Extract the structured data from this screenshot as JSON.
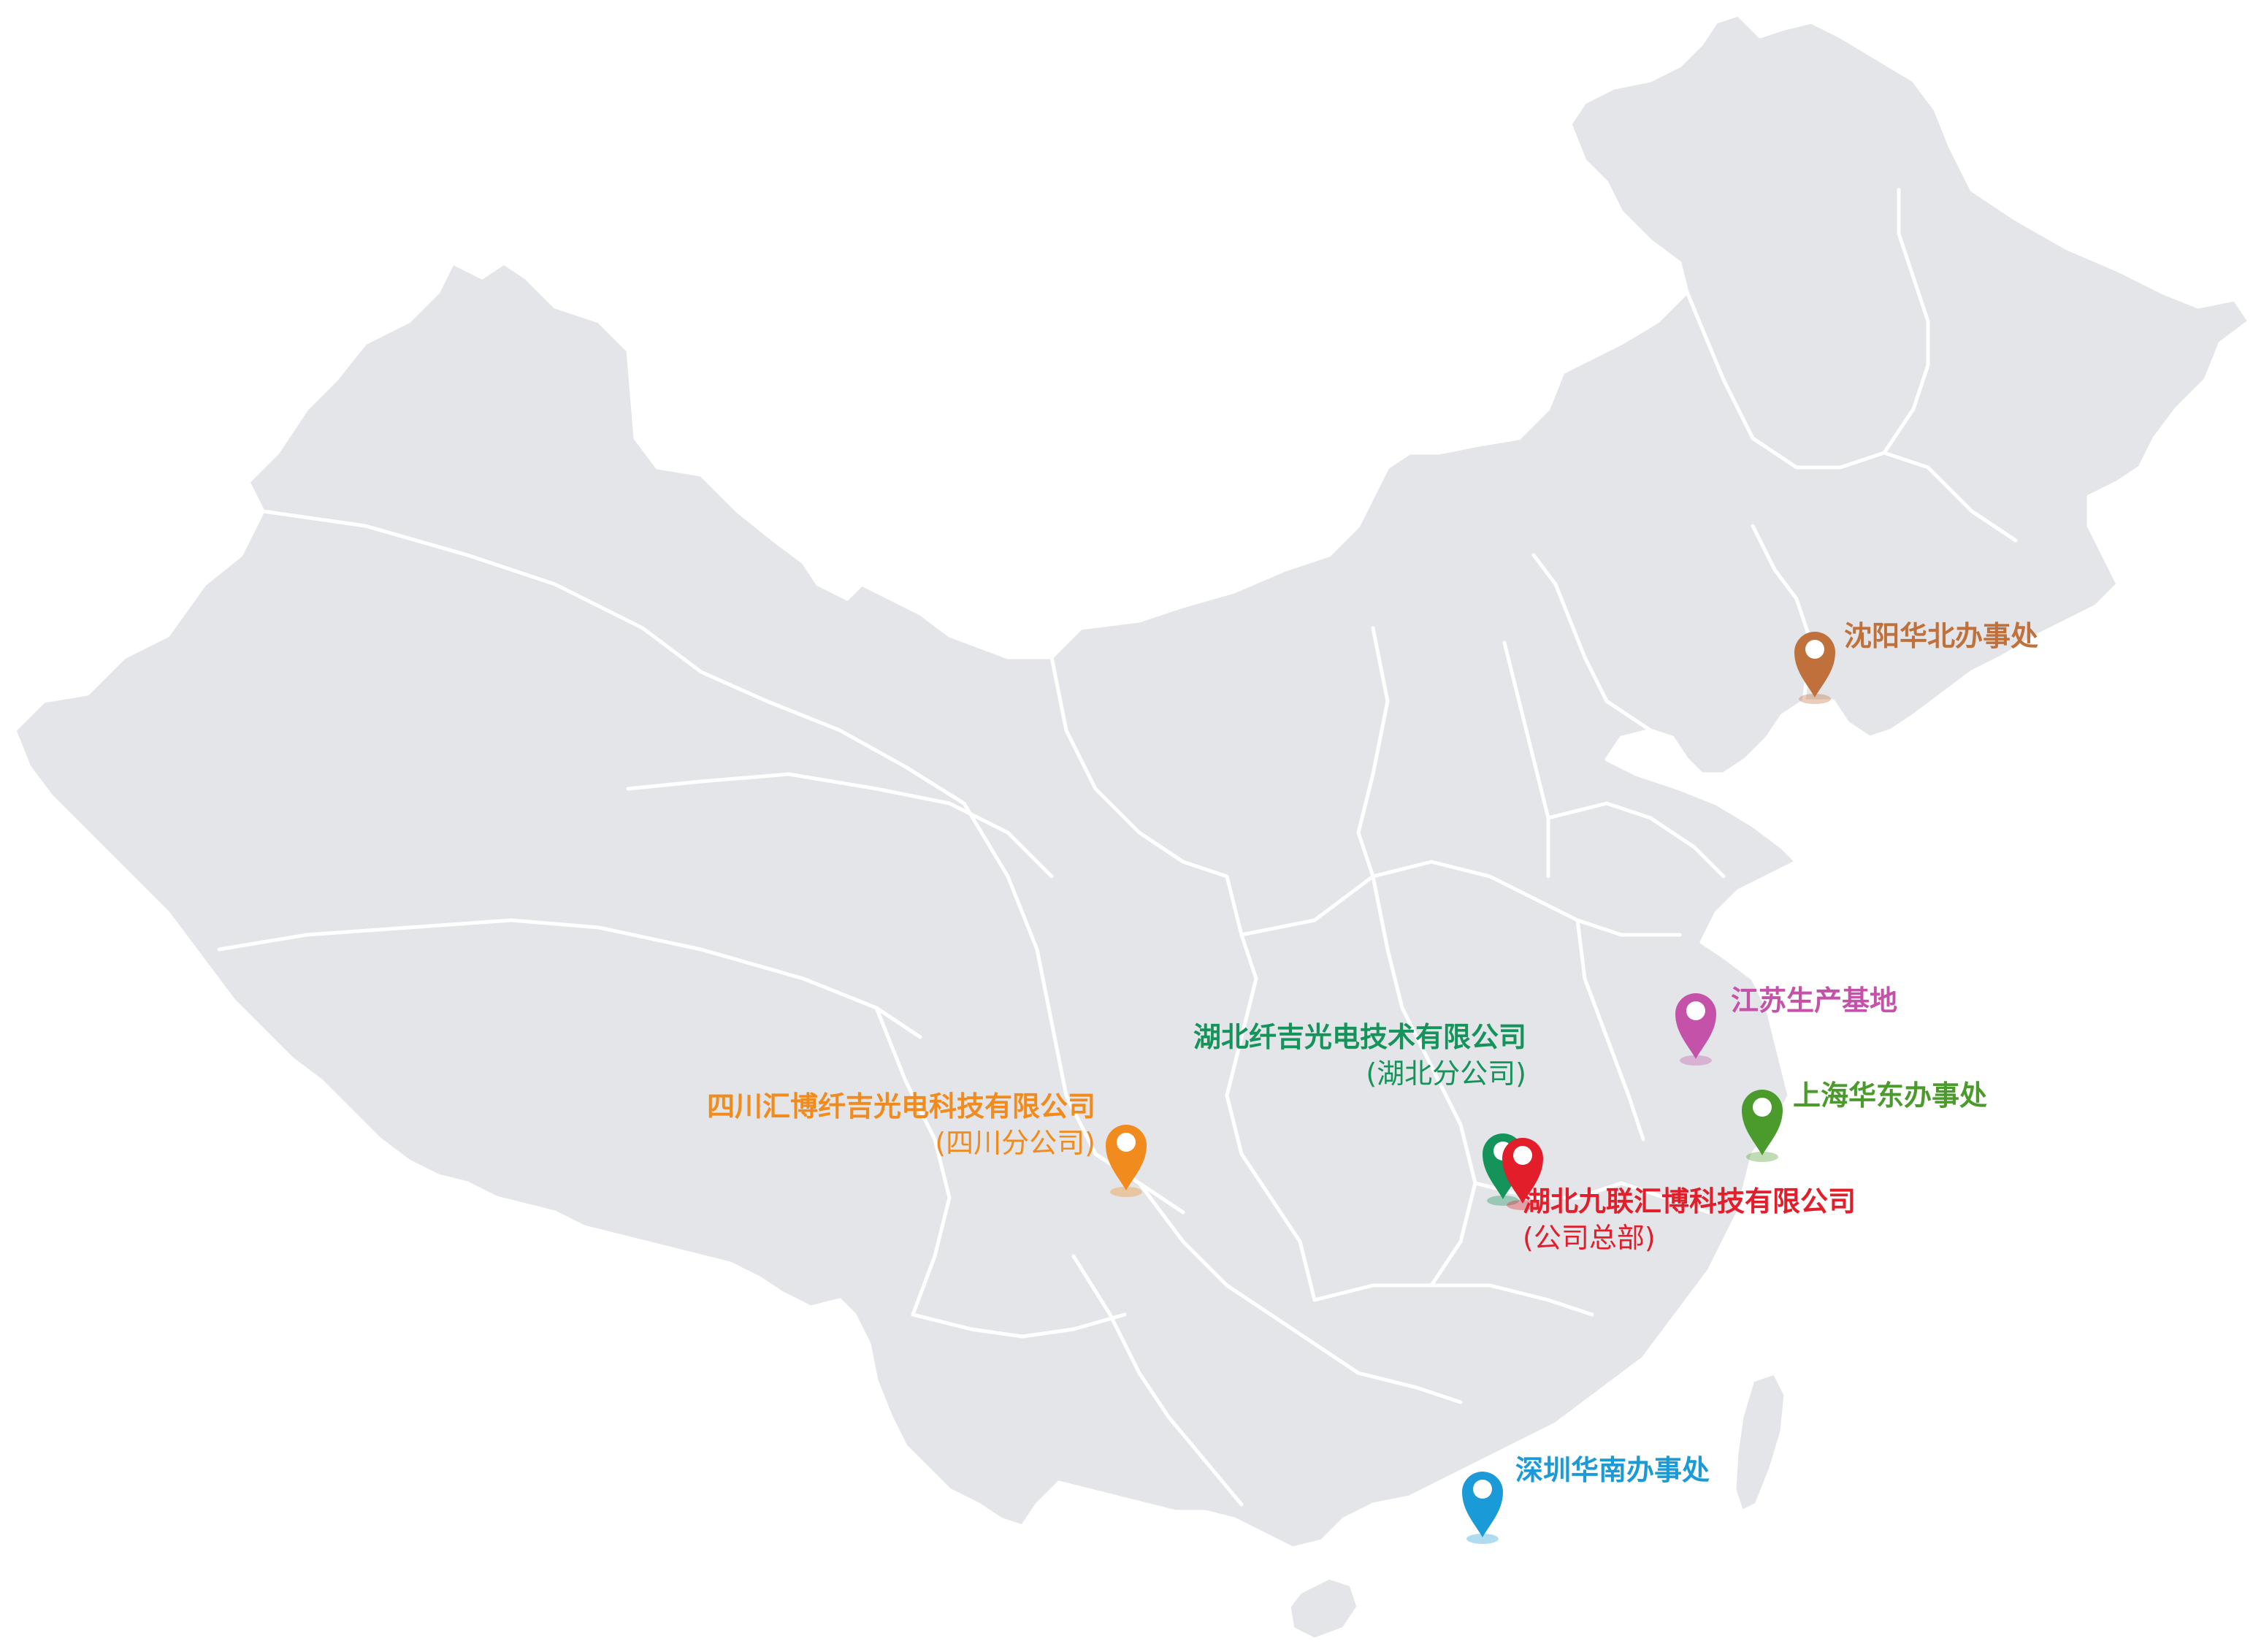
{
  "map": {
    "base_fill": "#e4e5e9",
    "border_color": "#ffffff"
  },
  "locations": [
    {
      "id": "shenyang",
      "name": "沈阳华北办事处",
      "color": "#c0703a",
      "icon": "location-pin-icon"
    },
    {
      "id": "jiangsu",
      "name": "江苏生产基地",
      "color": "#c452a8",
      "icon": "location-pin-icon"
    },
    {
      "id": "shanghai",
      "name": "上海华东办事处",
      "color": "#4a9a2c",
      "icon": "location-pin-icon"
    },
    {
      "id": "hubei-branch",
      "name": "湖北纤吉光电技术有限公司",
      "sub": "(湖北分公司)",
      "color": "#14935a",
      "icon": "location-pin-icon"
    },
    {
      "id": "sichuan",
      "name": "四川汇博纤吉光电科技有限公司",
      "sub": "(四川分公司)",
      "color": "#f28b1e",
      "icon": "location-pin-icon"
    },
    {
      "id": "hubei-hq",
      "name": "湖北九联汇博科技有限公司",
      "sub": "(公司总部)",
      "color": "#e21e2b",
      "icon": "location-pin-icon"
    },
    {
      "id": "shenzhen",
      "name": "深圳华南办事处",
      "color": "#1a9ad6",
      "icon": "location-pin-icon"
    }
  ]
}
